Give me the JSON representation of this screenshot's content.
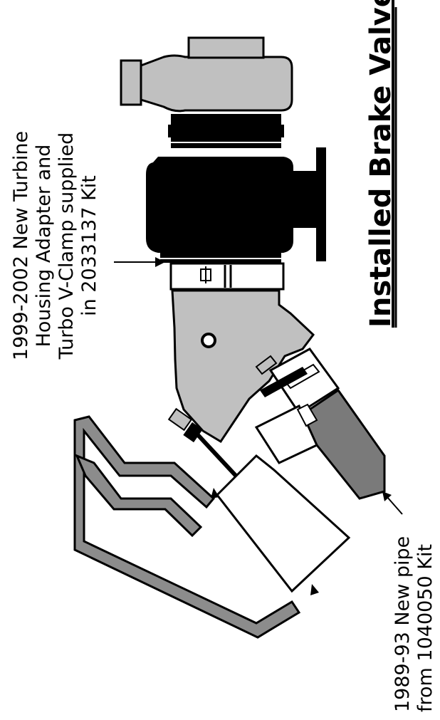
{
  "title": "Installed Brake Valve",
  "callouts": {
    "turbine_adapter": {
      "lines": [
        "1999-2002 New Turbine",
        "Housing Adapter and",
        "Turbo V-Clamp supplied",
        "in 2033137 Kit"
      ]
    },
    "new_pipe": {
      "lines": [
        "1989-93 New pipe",
        "from 1040050 Kit"
      ]
    }
  },
  "colors": {
    "ink": "#000000",
    "part_light": "#c0c0c0",
    "part_dark": "#7a7a7a",
    "background": "#ffffff"
  }
}
